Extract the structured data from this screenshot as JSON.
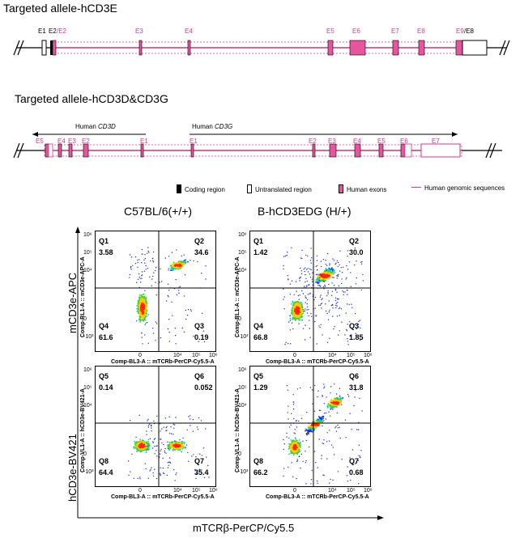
{
  "allele1": {
    "title": "Targeted allele-hCD3E",
    "exons": [
      {
        "label": "E1",
        "color": "black"
      },
      {
        "label": "E2",
        "color": "black"
      },
      {
        "label": "/E2",
        "color": "pink"
      },
      {
        "label": "E3",
        "color": "pink"
      },
      {
        "label": "E4",
        "color": "pink"
      },
      {
        "label": "E5",
        "color": "pink"
      },
      {
        "label": "E6",
        "color": "pink"
      },
      {
        "label": "E7",
        "color": "pink"
      },
      {
        "label": "E8",
        "color": "pink"
      },
      {
        "label": "E9",
        "color": "pink"
      },
      {
        "label": "/E8",
        "color": "black"
      }
    ]
  },
  "allele2": {
    "title": "Targeted allele-hCD3D&CD3G",
    "gene_left": "Human",
    "gene_left_italic": "CD3D",
    "gene_right": "Human",
    "gene_right_italic": "CD3G",
    "exons": [
      "E5",
      "E4",
      "E3",
      "E2",
      "E1",
      "E1",
      "E2",
      "E3",
      "E4",
      "E5",
      "E6",
      "E7"
    ]
  },
  "legend": {
    "coding": "Coding region",
    "utr": "Untranslated region",
    "human_exons": "Human exons",
    "genomic": "Human genomic sequences"
  },
  "colors": {
    "pink": "#d63a8e",
    "pinkfill": "#e8559f",
    "black": "#000000"
  },
  "strains": {
    "left": "C57BL/6(+/+)",
    "right": "B-hCD3EDG  (H/+)"
  },
  "axes": {
    "y_top": "mCD3e-APC",
    "y_bottom": "hCD3e-BV421",
    "x": "mTCRβ-PerCP/Cy5.5",
    "plot_x_label": "Comp-BL3-A :: mTCRb-PerCP-Cy5.5-A",
    "plot_y_top": "Comp-RL1-A :: mCD3e-APC-A",
    "plot_y_bottom": "Comp-VL1-A :: hCD3e-BV421-A"
  },
  "ticks": {
    "x": [
      "0",
      "10⁴",
      "10⁵",
      "10⁶"
    ],
    "y": [
      "10⁶",
      "10⁵",
      "10⁴",
      "0",
      "-10³"
    ]
  },
  "plots": [
    {
      "quadrants": {
        "tl": "Q1",
        "tr": "Q2",
        "bl": "Q4",
        "br": "Q3"
      },
      "values": {
        "tl": "3.58",
        "tr": "34.6",
        "bl": "61.6",
        "br": "0.19"
      }
    },
    {
      "quadrants": {
        "tl": "Q1",
        "tr": "Q2",
        "bl": "Q4",
        "br": "Q3"
      },
      "values": {
        "tl": "1.42",
        "tr": "30.0",
        "bl": "66.8",
        "br": "1.85"
      }
    },
    {
      "quadrants": {
        "tl": "Q5",
        "tr": "Q6",
        "bl": "Q8",
        "br": "Q7"
      },
      "values": {
        "tl": "0.14",
        "tr": "0.052",
        "bl": "64.4",
        "br": "35.4"
      }
    },
    {
      "quadrants": {
        "tl": "Q5",
        "tr": "Q6",
        "bl": "Q8",
        "br": "Q7"
      },
      "values": {
        "tl": "1.29",
        "tr": "31.8",
        "bl": "66.2",
        "br": "0.68"
      }
    }
  ]
}
